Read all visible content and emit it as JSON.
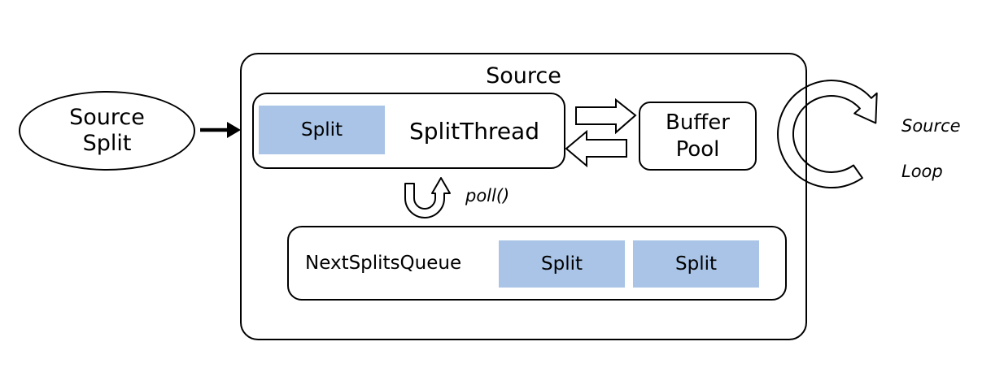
{
  "colors": {
    "chip_fill": "#A9C4E6",
    "stroke": "#000000",
    "background": "#FFFFFF"
  },
  "source_split_node": {
    "line1": "Source",
    "line2": "Split"
  },
  "source_box": {
    "title": "Source"
  },
  "split_thread": {
    "chip_label": "Split",
    "label": "SplitThread"
  },
  "buffer_pool": {
    "line1": "Buffer",
    "line2": "Pool"
  },
  "poll_arrow": {
    "label": "poll()"
  },
  "next_splits_queue": {
    "label": "NextSplitsQueue",
    "chips": [
      "Split",
      "Split"
    ]
  },
  "source_loop": {
    "line1": "Source",
    "line2": "Loop"
  },
  "icons": {
    "flow_arrow": "solid-right-arrow",
    "exchange_arrows": "hollow-right-and-left-arrows",
    "poll": "u-turn-up-arrow",
    "loop": "clockwise-circular-arrow"
  }
}
